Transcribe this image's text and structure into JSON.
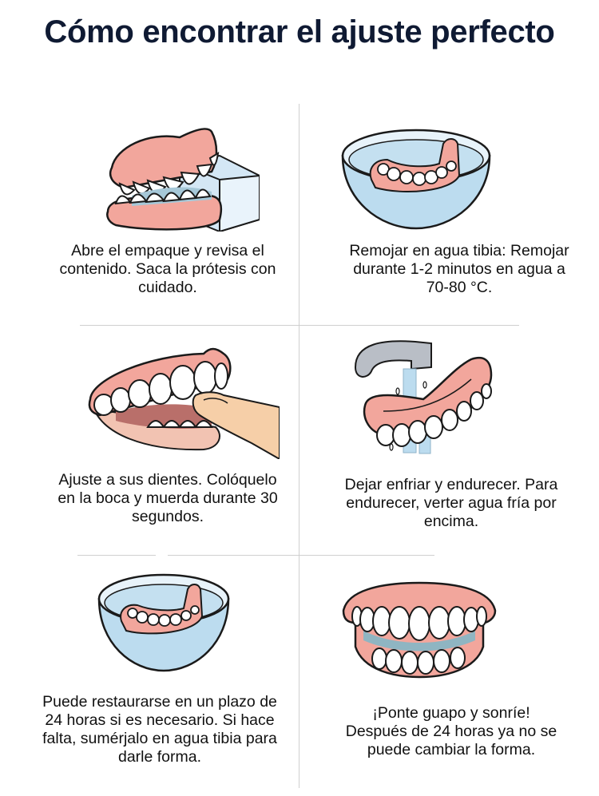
{
  "title": "Cómo encontrar el ajuste perfecto",
  "colors": {
    "title": "#0f1a33",
    "gum": "#f2a69c",
    "gum_shadow": "#e7857a",
    "tooth": "#ffffff",
    "outline": "#1a1a1a",
    "water": "#bcdcef",
    "bowl_rim": "#e8f3fa",
    "divider": "#cfcfcf",
    "skin": "#f6cfa8",
    "faucet": "#b9bec6"
  },
  "steps": [
    {
      "id": 1,
      "icon": "denture-box-icon",
      "lines": [
        "Abre el empaque y revisa el",
        "contenido. Saca la prótesis con",
        "cuidado."
      ]
    },
    {
      "id": 2,
      "icon": "bowl-soak-icon",
      "lines": [
        "Remojar en agua tibia: Remojar",
        "durante 1-2 minutos en agua a",
        "70-80 °C."
      ]
    },
    {
      "id": 3,
      "icon": "bite-fit-icon",
      "lines": [
        "Ajuste a sus dientes. Colóquelo",
        "en la boca y muerda durante 30",
        "segundos."
      ]
    },
    {
      "id": 4,
      "icon": "faucet-rinse-icon",
      "lines": [
        "Dejar enfriar y endurecer. Para",
        "endurecer, verter agua fría por",
        "encima."
      ]
    },
    {
      "id": 5,
      "icon": "bowl-restore-icon",
      "lines": [
        "Puede restaurarse en un plazo de",
        "24 horas si es necesario. Si hace",
        "falta, sumérjalo en agua tibia para",
        "darle forma."
      ]
    },
    {
      "id": 6,
      "icon": "smile-teeth-icon",
      "lines": [
        "¡Ponte guapo y sonríe!",
        "Después de 24 horas ya no se",
        "puede cambiar la forma."
      ]
    }
  ]
}
